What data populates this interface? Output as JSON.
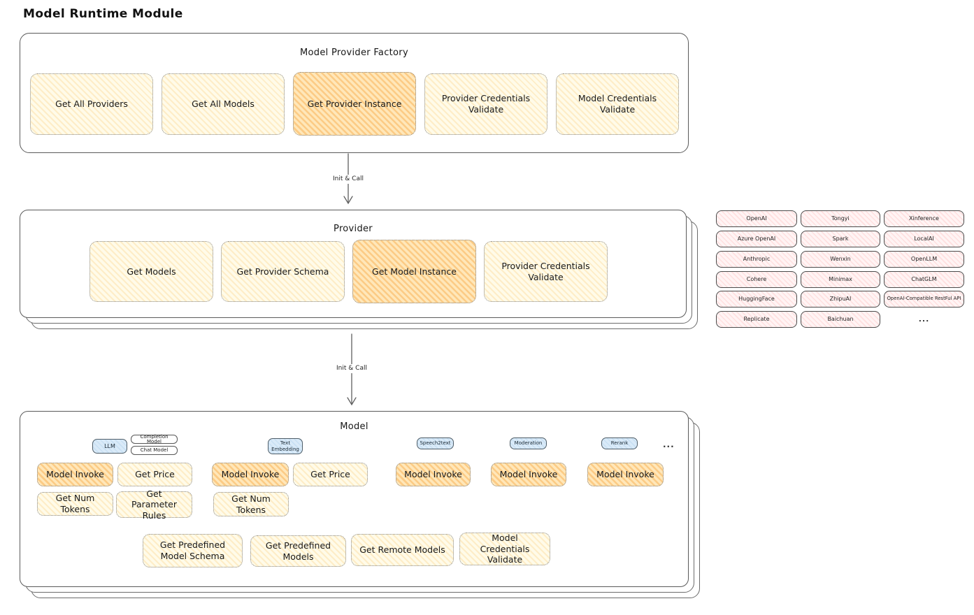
{
  "title": "Model Runtime Module",
  "colors": {
    "yellow_fill": "#fffbe9",
    "orange_highlight": "#ffe9c2",
    "pink_fill": "#fff4f4",
    "blue_fill": "#d9eaf8",
    "border_gray": "#5a5a5a"
  },
  "factory": {
    "title": "Model Provider Factory",
    "methods": [
      {
        "label": "Get All Providers",
        "highlighted": false
      },
      {
        "label": "Get All Models",
        "highlighted": false
      },
      {
        "label": "Get Provider Instance",
        "highlighted": true
      },
      {
        "label": "Provider Credentials Validate",
        "highlighted": false
      },
      {
        "label": "Model Credentials Validate",
        "highlighted": false
      }
    ]
  },
  "arrow_factory_provider": {
    "label": "Init & Call"
  },
  "provider": {
    "title": "Provider",
    "methods": [
      {
        "label": "Get Models",
        "highlighted": false
      },
      {
        "label": "Get Provider Schema",
        "highlighted": false
      },
      {
        "label": "Get Model Instance",
        "highlighted": true
      },
      {
        "label": "Provider Credentials Validate",
        "highlighted": false
      }
    ]
  },
  "provider_list": {
    "items": [
      "OpenAI",
      "Tongyi",
      "Xinference",
      "Azure OpenAI",
      "Spark",
      "LocalAI",
      "Anthropic",
      "Wenxin",
      "OpenLLM",
      "Cohere",
      "Minimax",
      "ChatGLM",
      "HuggingFace",
      "ZhipuAI",
      "OpenAI-Compatible RestFul API",
      "Replicate",
      "Baichuan"
    ],
    "ellipsis": "..."
  },
  "arrow_provider_model": {
    "label": "Init & Call"
  },
  "model": {
    "title": "Model",
    "tabs": [
      "LLM",
      "Completion Model",
      "Chat Model",
      "Text Embedding",
      "Speech2text",
      "Moderation",
      "Rerank"
    ],
    "ellipsis": "...",
    "methods": [
      {
        "label": "Model Invoke",
        "highlighted": true
      },
      {
        "label": "Get Price",
        "highlighted": false
      },
      {
        "label": "Get Num Tokens",
        "highlighted": false
      },
      {
        "label": "Get Parameter Rules",
        "highlighted": false
      },
      {
        "label": "Model Invoke",
        "highlighted": true
      },
      {
        "label": "Get Price",
        "highlighted": false
      },
      {
        "label": "Get Num Tokens",
        "highlighted": false
      },
      {
        "label": "Model Invoke",
        "highlighted": true
      },
      {
        "label": "Model Invoke",
        "highlighted": true
      },
      {
        "label": "Model Invoke",
        "highlighted": true
      },
      {
        "label": "Get Predefined Model Schema",
        "highlighted": false
      },
      {
        "label": "Get Predefined Models",
        "highlighted": false
      },
      {
        "label": "Get Remote Models",
        "highlighted": false
      },
      {
        "label": "Model Credentials Validate",
        "highlighted": false
      }
    ]
  }
}
